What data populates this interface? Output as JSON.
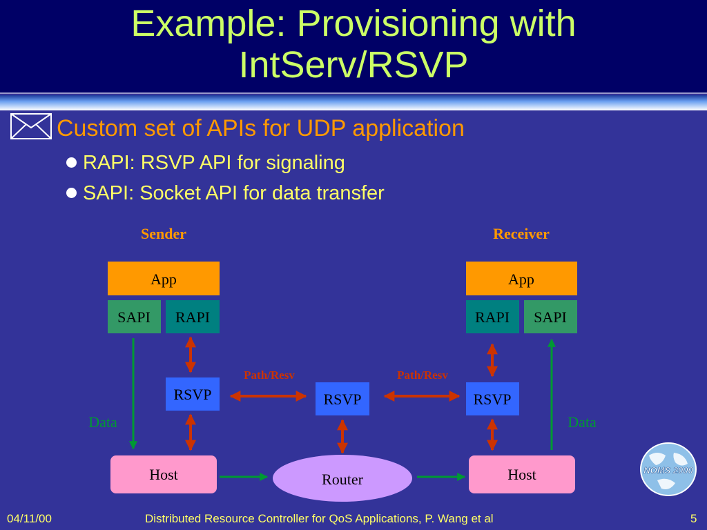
{
  "slide": {
    "title_line1": "Example: Provisioning with",
    "title_line2": "IntServ/RSVP",
    "main_bullet": "Custom set of APIs for UDP application",
    "sub_bullets": [
      "RAPI: RSVP API for signaling",
      "SAPI: Socket API for data transfer"
    ]
  },
  "diagram": {
    "sender_label": "Sender",
    "receiver_label": "Receiver",
    "app": "App",
    "sapi": "SAPI",
    "rapi": "RAPI",
    "rsvp": "RSVP",
    "host": "Host",
    "router": "Router",
    "path_resv": "Path/Resv",
    "data": "Data"
  },
  "footer": {
    "date": "04/11/00",
    "text": "Distributed Resource Controller for QoS Applications,  P. Wang et al",
    "page": "5"
  },
  "logo": {
    "text": "NOMS 2000",
    "icon": "globe-logo-icon"
  },
  "colors": {
    "background": "#333399",
    "header": "#000066",
    "title": "#ccff66",
    "main_bullet": "#ff9900",
    "sub_bullet": "#ffff66",
    "app": "#ff9900",
    "sapi": "#339966",
    "rapi": "#008080",
    "rsvp": "#3366ff",
    "host": "#ff99cc",
    "router": "#cc99ff",
    "signal_arrow": "#cc3300",
    "data_arrow": "#009933"
  }
}
